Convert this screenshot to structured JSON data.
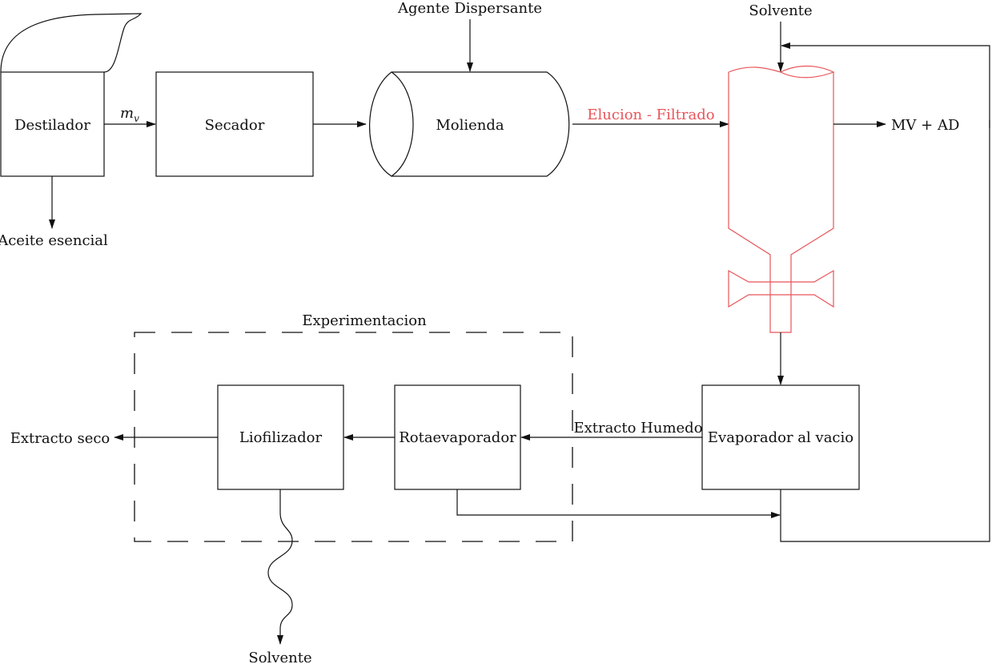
{
  "colors": {
    "line": "#111111",
    "highlight": "#e8555a"
  },
  "nodes": {
    "destilador": "Destilador",
    "secador": "Secador",
    "molienda": "Molienda",
    "liofilizador": "Liofilizador",
    "rotaevaporador": "Rotaevaporador",
    "evaporador": "Evaporador al vacio"
  },
  "labels": {
    "agente": "Agente Dispersante",
    "solvente_top": "Solvente",
    "aceite": "Aceite esencial",
    "mv": "m",
    "mv_sub": "v",
    "elucion": "Elucion - Filtrado",
    "mv_ad": "MV + AD",
    "experimentacion": "Experimentacion",
    "extracto_seco": "Extracto seco",
    "extracto_humedo": "Extracto Humedo",
    "solvente_bottom": "Solvente"
  }
}
